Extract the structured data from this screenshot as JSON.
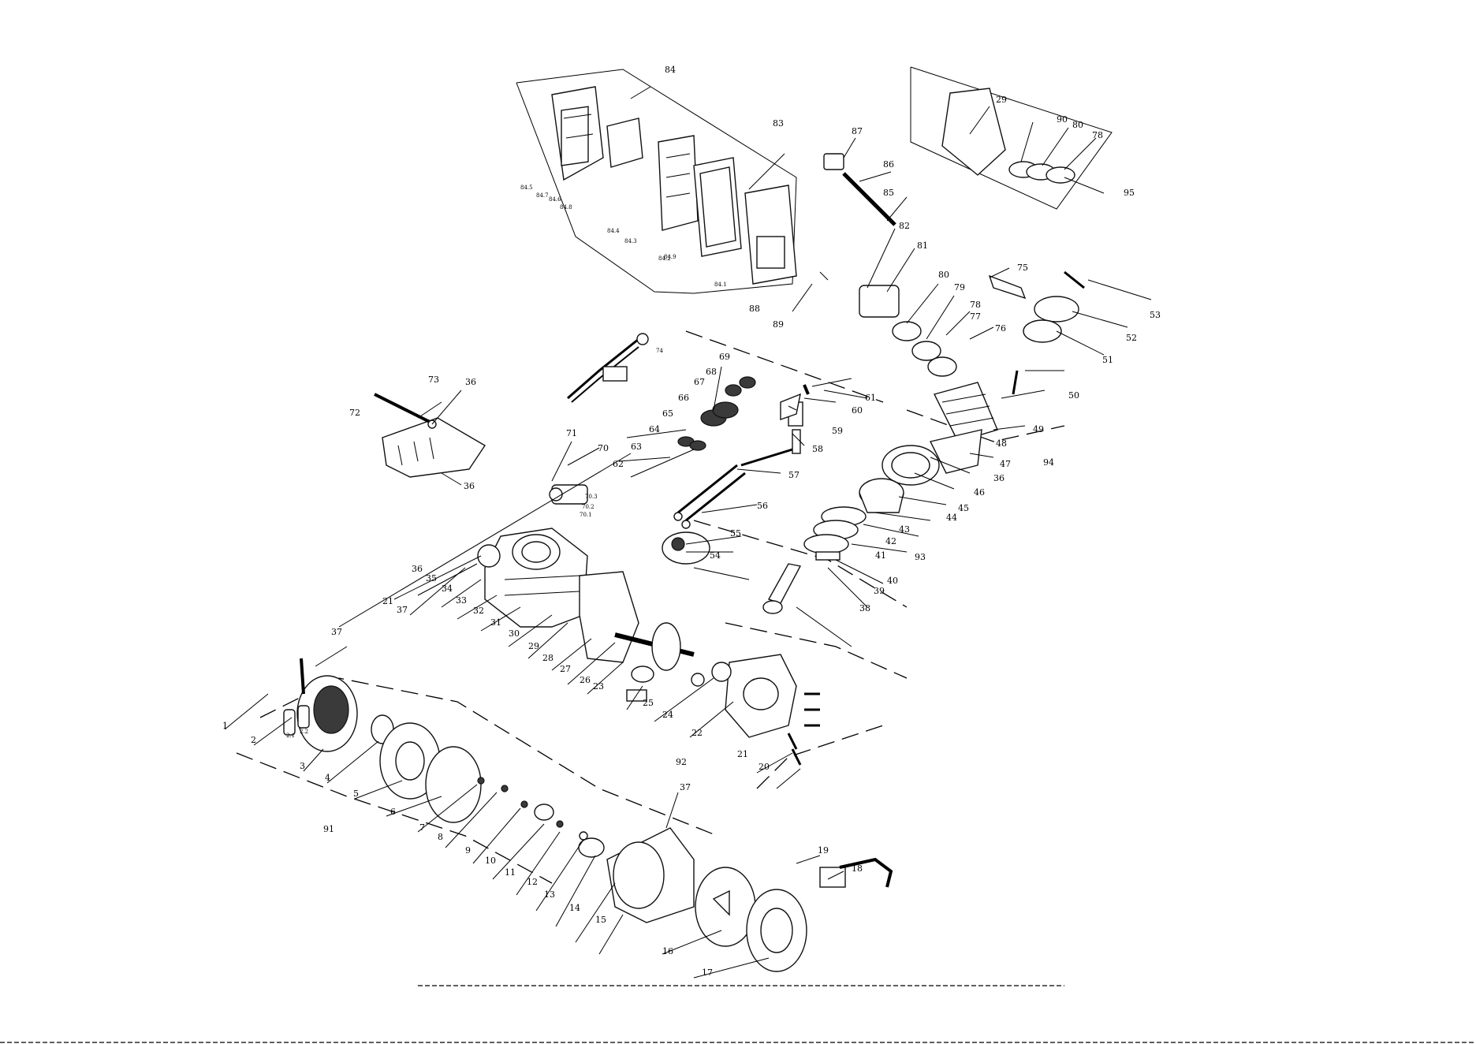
{
  "labels": [
    {
      "id": "1",
      "text": "1"
    },
    {
      "id": "2",
      "text": "2"
    },
    {
      "id": "2_1",
      "text": "2.1"
    },
    {
      "id": "2_2",
      "text": "2.2"
    },
    {
      "id": "3",
      "text": "3"
    },
    {
      "id": "4",
      "text": "4"
    },
    {
      "id": "5",
      "text": "5"
    },
    {
      "id": "6",
      "text": "6"
    },
    {
      "id": "7",
      "text": "7"
    },
    {
      "id": "8",
      "text": "8"
    },
    {
      "id": "9",
      "text": "9"
    },
    {
      "id": "10",
      "text": "10"
    },
    {
      "id": "11",
      "text": "11"
    },
    {
      "id": "12",
      "text": "12"
    },
    {
      "id": "13",
      "text": "13"
    },
    {
      "id": "14",
      "text": "14"
    },
    {
      "id": "15",
      "text": "15"
    },
    {
      "id": "16",
      "text": "16"
    },
    {
      "id": "17",
      "text": "17"
    },
    {
      "id": "18",
      "text": "18"
    },
    {
      "id": "19",
      "text": "19"
    },
    {
      "id": "20",
      "text": "20"
    },
    {
      "id": "21a",
      "text": "21"
    },
    {
      "id": "21b",
      "text": "21"
    },
    {
      "id": "22",
      "text": "22"
    },
    {
      "id": "23",
      "text": "23"
    },
    {
      "id": "24",
      "text": "24"
    },
    {
      "id": "25",
      "text": "25"
    },
    {
      "id": "26",
      "text": "26"
    },
    {
      "id": "27",
      "text": "27"
    },
    {
      "id": "28",
      "text": "28"
    },
    {
      "id": "29a",
      "text": "29"
    },
    {
      "id": "29b",
      "text": "29"
    },
    {
      "id": "30",
      "text": "30"
    },
    {
      "id": "31",
      "text": "31"
    },
    {
      "id": "32",
      "text": "32"
    },
    {
      "id": "33",
      "text": "33"
    },
    {
      "id": "34",
      "text": "34"
    },
    {
      "id": "35",
      "text": "35"
    },
    {
      "id": "36a",
      "text": "36"
    },
    {
      "id": "36b",
      "text": "36"
    },
    {
      "id": "36c",
      "text": "36"
    },
    {
      "id": "36d",
      "text": "36"
    },
    {
      "id": "37a",
      "text": "37"
    },
    {
      "id": "37b",
      "text": "37"
    },
    {
      "id": "37c",
      "text": "37"
    },
    {
      "id": "38",
      "text": "38"
    },
    {
      "id": "39",
      "text": "39"
    },
    {
      "id": "40",
      "text": "40"
    },
    {
      "id": "41",
      "text": "41"
    },
    {
      "id": "42",
      "text": "42"
    },
    {
      "id": "43",
      "text": "43"
    },
    {
      "id": "44",
      "text": "44"
    },
    {
      "id": "45",
      "text": "45"
    },
    {
      "id": "46",
      "text": "46"
    },
    {
      "id": "47",
      "text": "47"
    },
    {
      "id": "48",
      "text": "48"
    },
    {
      "id": "49",
      "text": "49"
    },
    {
      "id": "50",
      "text": "50"
    },
    {
      "id": "51",
      "text": "51"
    },
    {
      "id": "52",
      "text": "52"
    },
    {
      "id": "53",
      "text": "53"
    },
    {
      "id": "54",
      "text": "54"
    },
    {
      "id": "55",
      "text": "55"
    },
    {
      "id": "56",
      "text": "56"
    },
    {
      "id": "57",
      "text": "57"
    },
    {
      "id": "58",
      "text": "58"
    },
    {
      "id": "59",
      "text": "59"
    },
    {
      "id": "60",
      "text": "60"
    },
    {
      "id": "61",
      "text": "61"
    },
    {
      "id": "62",
      "text": "62"
    },
    {
      "id": "63",
      "text": "63"
    },
    {
      "id": "64",
      "text": "64"
    },
    {
      "id": "65",
      "text": "65"
    },
    {
      "id": "66",
      "text": "66"
    },
    {
      "id": "67",
      "text": "67"
    },
    {
      "id": "68",
      "text": "68"
    },
    {
      "id": "69",
      "text": "69"
    },
    {
      "id": "70",
      "text": "70"
    },
    {
      "id": "70_1",
      "text": "70.1"
    },
    {
      "id": "70_2",
      "text": "70.2"
    },
    {
      "id": "70_3",
      "text": "70.3"
    },
    {
      "id": "71",
      "text": "71"
    },
    {
      "id": "72",
      "text": "72"
    },
    {
      "id": "73",
      "text": "73"
    },
    {
      "id": "74",
      "text": "74"
    },
    {
      "id": "75",
      "text": "75"
    },
    {
      "id": "76",
      "text": "76"
    },
    {
      "id": "77",
      "text": "77"
    },
    {
      "id": "78a",
      "text": "78"
    },
    {
      "id": "78b",
      "text": "78"
    },
    {
      "id": "79",
      "text": "79"
    },
    {
      "id": "80a",
      "text": "80"
    },
    {
      "id": "80b",
      "text": "80"
    },
    {
      "id": "81",
      "text": "81"
    },
    {
      "id": "82",
      "text": "82"
    },
    {
      "id": "83",
      "text": "83"
    },
    {
      "id": "84",
      "text": "84"
    },
    {
      "id": "84_1",
      "text": "84.1"
    },
    {
      "id": "84_2",
      "text": "84.2"
    },
    {
      "id": "84_3",
      "text": "84.3"
    },
    {
      "id": "84_4",
      "text": "84.4"
    },
    {
      "id": "84_5",
      "text": "84.5"
    },
    {
      "id": "84_6",
      "text": "84.6"
    },
    {
      "id": "84_7",
      "text": "84.7"
    },
    {
      "id": "84_8",
      "text": "84.8"
    },
    {
      "id": "84_9",
      "text": "84.9"
    },
    {
      "id": "85",
      "text": "85"
    },
    {
      "id": "86",
      "text": "86"
    },
    {
      "id": "87",
      "text": "87"
    },
    {
      "id": "88",
      "text": "88"
    },
    {
      "id": "89",
      "text": "89"
    },
    {
      "id": "90",
      "text": "90"
    },
    {
      "id": "91",
      "text": "91"
    },
    {
      "id": "92",
      "text": "92"
    },
    {
      "id": "93",
      "text": "93"
    },
    {
      "id": "94",
      "text": "94"
    },
    {
      "id": "95",
      "text": "95"
    }
  ]
}
